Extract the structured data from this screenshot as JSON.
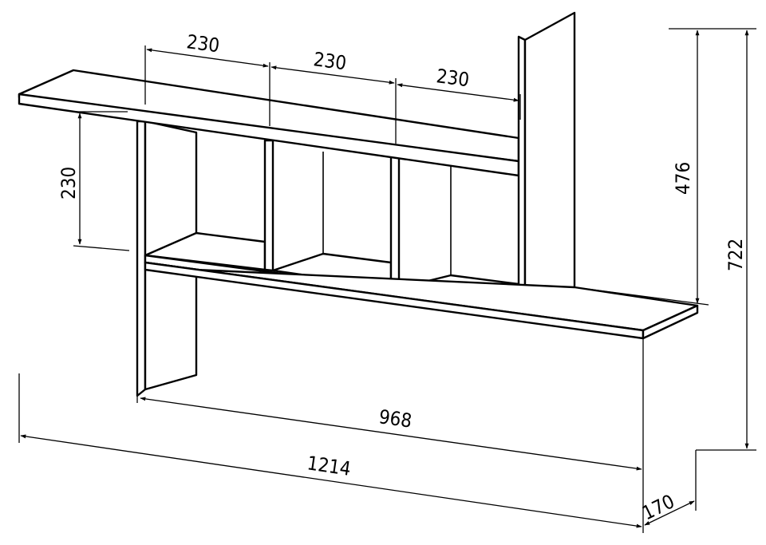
{
  "dimensions": {
    "compartment_width_1": "230",
    "compartment_width_2": "230",
    "compartment_width_3": "230",
    "compartment_height": "230",
    "upright_height": "476",
    "overall_height": "722",
    "lower_shelf_length": "968",
    "overall_width": "1214",
    "depth": "170"
  },
  "colors": {
    "line": "#000000",
    "background": "#ffffff"
  }
}
